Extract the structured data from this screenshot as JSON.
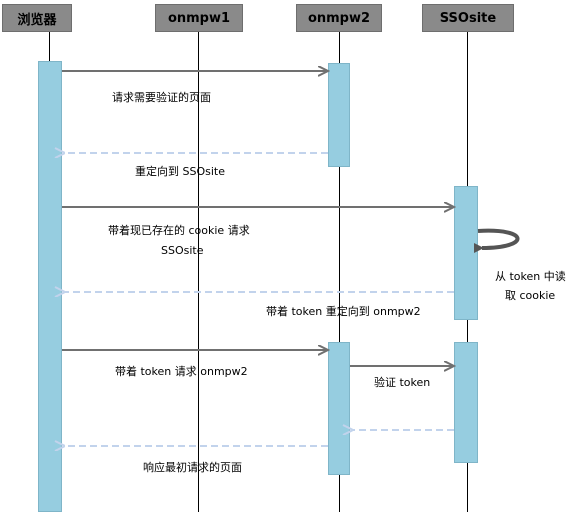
{
  "actors": {
    "browser": "浏览器",
    "onmpw1": "onmpw1",
    "onmpw2": "onmpw2",
    "ssosite": "SSOsite"
  },
  "messages": {
    "m1": "请求需要验证的页面",
    "m2": "重定向到 SSOsite",
    "m3_line1": "带着现已存在的 cookie 请求",
    "m3_line2": "SSOsite",
    "m4_line1": "从 token 中读",
    "m4_line2": "取 cookie",
    "m5": "带着 token 重定向到 onmpw2",
    "m6": "带着 token 请求 onmpw2",
    "m7": "验证 token",
    "m8": "响应最初请求的页面"
  },
  "colors": {
    "actor_fill": "#8a8a8a",
    "activation_fill": "#96cde0",
    "solid_arrow": "#707070",
    "dashed_arrow": "#c2d3ec",
    "self_loop": "#555555"
  }
}
